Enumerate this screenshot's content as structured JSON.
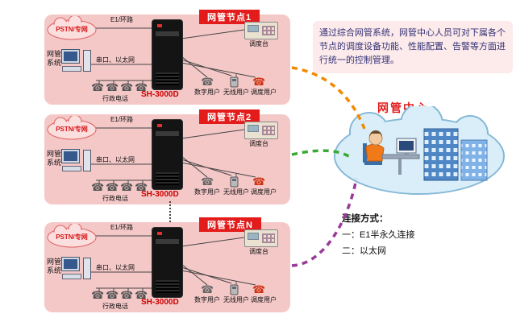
{
  "description": "通过综合网管系统，网管中心人员可对下属各个节点的调度设备功能、性能配置、告警等方面进行统一的控制管理。",
  "center": {
    "title": "网管中心"
  },
  "legend": {
    "heading": "连接方式：",
    "item1": "一：E1半永久连接",
    "item2": "二：以太网"
  },
  "icons": {
    "phone": "☎"
  },
  "nodes": [
    {
      "title": "网管节点1",
      "pstn": "PSTN/专网",
      "e1": "E1/环路",
      "serial": "串口、以太网",
      "nms": "网管系统",
      "server": "SH-3000D",
      "phones": "行政电话",
      "console": "调度台",
      "user_digital": "数字用户",
      "user_wireless": "无线用户",
      "user_dispatch": "调度用户"
    },
    {
      "title": "网管节点2",
      "pstn": "PSTN/专网",
      "e1": "E1/环路",
      "serial": "串口、以太网",
      "nms": "网管系统",
      "server": "SH-3000D",
      "phones": "行政电话",
      "console": "调度台",
      "user_digital": "数字用户",
      "user_wireless": "无线用户",
      "user_dispatch": "调度用户"
    },
    {
      "title": "网管节点N",
      "pstn": "PSTN/专网",
      "e1": "E1/环路",
      "serial": "串口、以太网",
      "nms": "网管系统",
      "server": "SH-3000D",
      "phones": "行政电话",
      "console": "调度台",
      "user_digital": "数字用户",
      "user_wireless": "无线用户",
      "user_dispatch": "调度用户"
    }
  ],
  "colors": {
    "panel_bg": "#f5c8c8",
    "badge_bg": "#e31b1b",
    "center_title": "#e31b1b",
    "arrow_node1": "#f08a00",
    "arrow_node2": "#3aaa35",
    "arrow_nodeN": "#993a99",
    "cloud_fill": "#d9eef9"
  }
}
